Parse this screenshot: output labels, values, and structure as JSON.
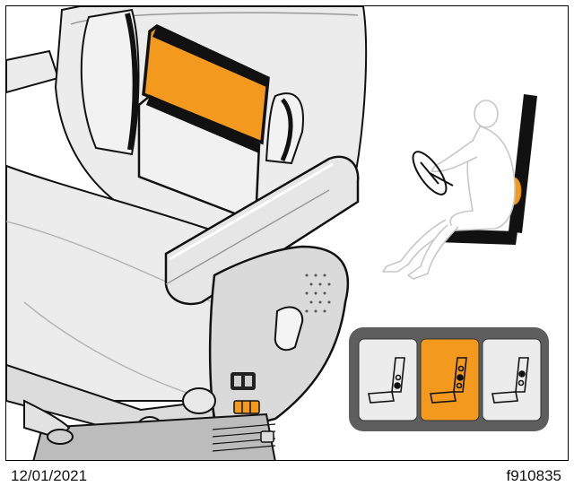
{
  "footer": {
    "date": "12/01/2021",
    "figure_id": "f910835"
  },
  "colors": {
    "accent_orange": "#f39a1e",
    "seat_fill": "#ececec",
    "seat_shadow": "#d6d6d6",
    "outline": "#111111",
    "panel_bg": "#5e5e5e",
    "button_bg": "#ececec"
  },
  "icons": {
    "illustration": "truck-seat-with-lumbar-adjustment",
    "inset": "driver-posture-lumbar-support",
    "buttons": [
      "lumbar-low-icon",
      "lumbar-middle-icon",
      "lumbar-high-icon"
    ]
  },
  "lumbar_selector": {
    "button_count": 3,
    "selected_index": 1
  }
}
